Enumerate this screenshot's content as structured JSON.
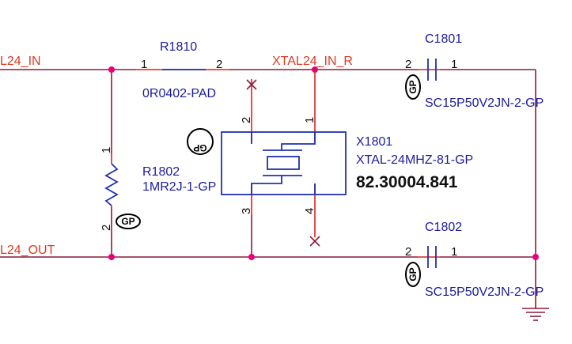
{
  "nets": {
    "left_top": "L24_IN",
    "left_bottom": "L24_OUT",
    "top_mid": "XTAL24_IN_R"
  },
  "r1810": {
    "ref": "R1810",
    "value": "0R0402-PAD",
    "pin1": "1",
    "pin2": "2"
  },
  "r1802": {
    "ref": "R1802",
    "value": "1MR2J-1-GP",
    "pin1": "1",
    "pin2": "2"
  },
  "x1801": {
    "ref": "X1801",
    "value": "XTAL-24MHZ-81-GP",
    "part_number": "82.30004.841",
    "pin1": "1",
    "pin2": "2",
    "pin3": "3",
    "pin4": "4"
  },
  "c1801": {
    "ref": "C1801",
    "value": "SC15P50V2JN-2-GP",
    "pin1": "1",
    "pin2": "2"
  },
  "c1802": {
    "ref": "C1802",
    "value": "SC15P50V2JN-2-GP",
    "pin1": "1",
    "pin2": "2"
  },
  "gp_mark": "GP",
  "colors": {
    "wire": "#8a1a3a",
    "pin": "#dd2020",
    "component": "#2030b0",
    "junction": "#e6007e",
    "net_label": "#e03a20"
  }
}
